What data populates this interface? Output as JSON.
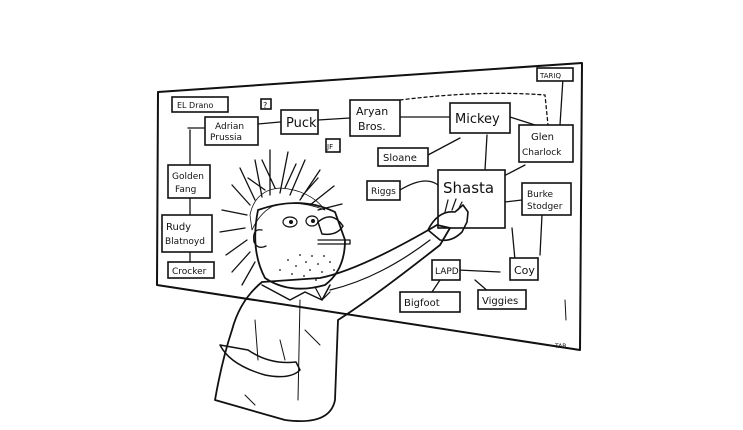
{
  "board": {
    "nodes": {
      "el_drano": "EL Drano",
      "q_mark": "?",
      "adrian_prussia": [
        "Adrian",
        "Prussia"
      ],
      "puck": "Puck",
      "aryan_bros": [
        "Aryan",
        "Bros."
      ],
      "mickey": "Mickey",
      "tariq": "TARIQ",
      "glen_charlock": [
        "Glen",
        "Charlock"
      ],
      "jf": "JF",
      "sloane": "Sloane",
      "riggs": "Riggs",
      "golden_fang": [
        "Golden",
        "Fang"
      ],
      "shasta": "Shasta",
      "burke_stodger": [
        "Burke",
        "Stodger"
      ],
      "rudy_blatnoyd": [
        "Rudy",
        "Blatnoyd"
      ],
      "crocker": "Crocker",
      "lapd": "LAPD",
      "coy": "Coy",
      "bigfoot": "Bigfoot",
      "viggies": "Viggies"
    },
    "signature": "TAB"
  },
  "colors": {
    "ink": "#111111",
    "paper": "#ffffff"
  }
}
